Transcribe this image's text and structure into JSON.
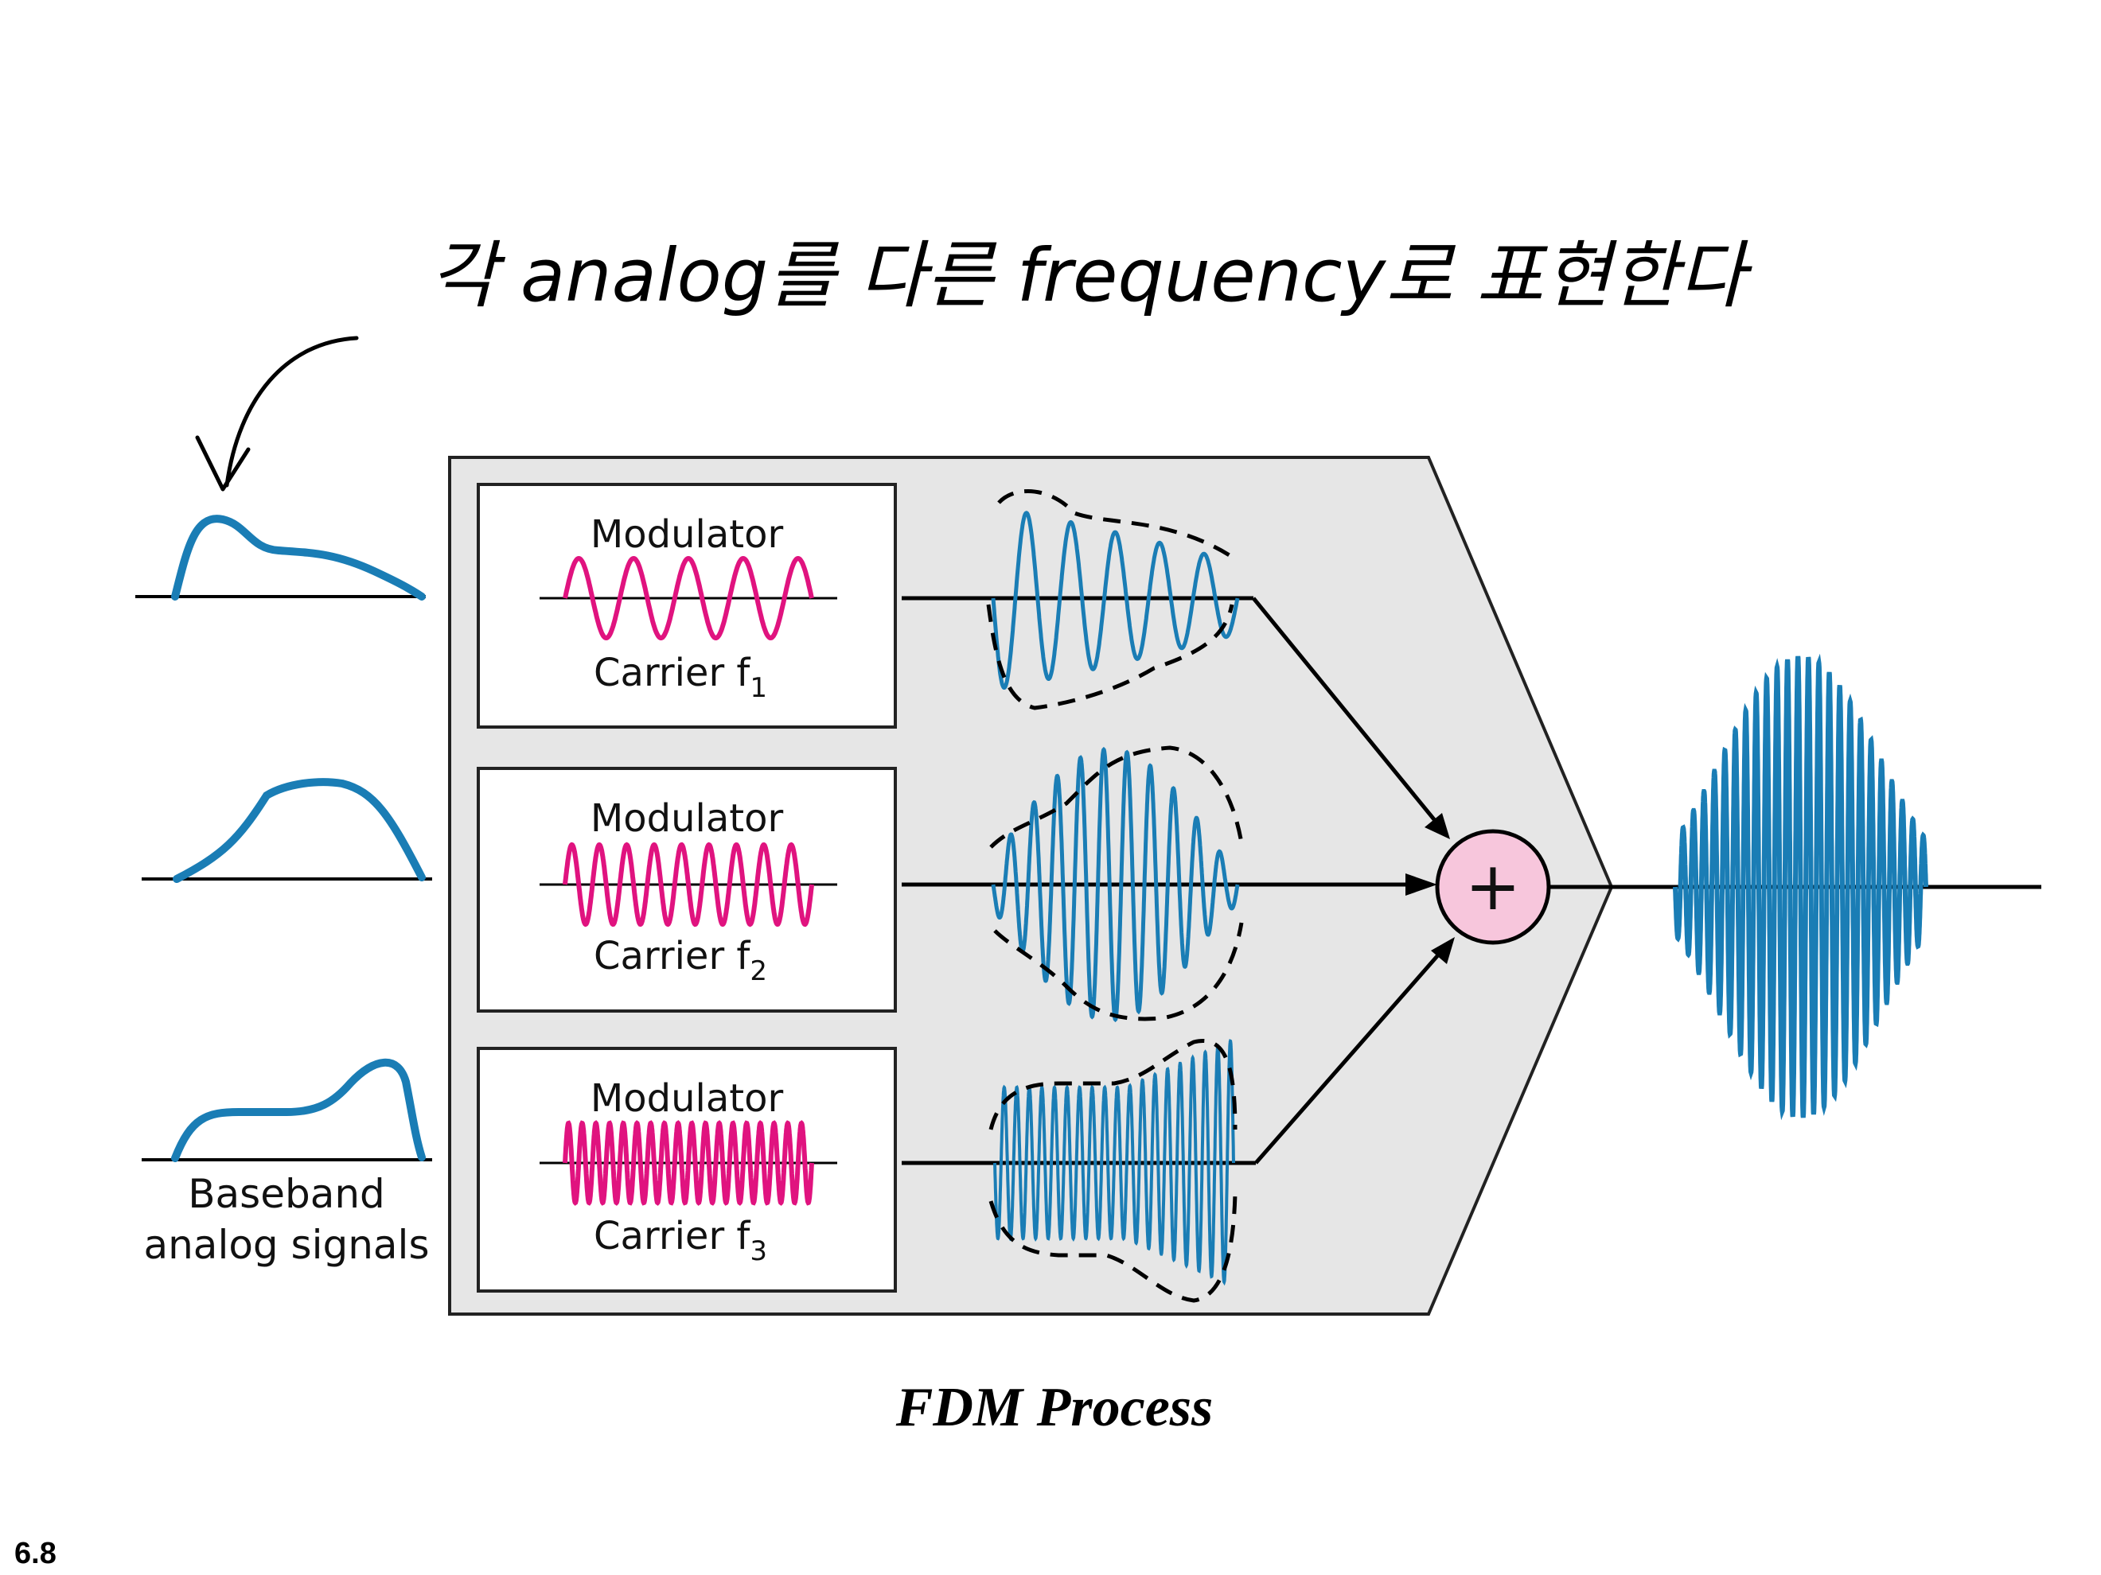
{
  "annotation": {
    "handwritten_note": "각 analog를 다른 frequency로 표현한다"
  },
  "diagram": {
    "caption": "FDM Process",
    "page_number": "6.8",
    "baseband_label_line1": "Baseband",
    "baseband_label_line2": "analog signals",
    "adder_symbol": "+",
    "modulators": [
      {
        "title": "Modulator",
        "carrier_text": "Carrier f",
        "carrier_sub": "1"
      },
      {
        "title": "Modulator",
        "carrier_text": "Carrier f",
        "carrier_sub": "2"
      },
      {
        "title": "Modulator",
        "carrier_text": "Carrier f",
        "carrier_sub": "3"
      }
    ]
  },
  "colors": {
    "signal_blue": "#1a7db5",
    "carrier_magenta": "#e0137f",
    "panel_gray": "#e6e6e6",
    "adder_pink": "#f7c6dc"
  }
}
